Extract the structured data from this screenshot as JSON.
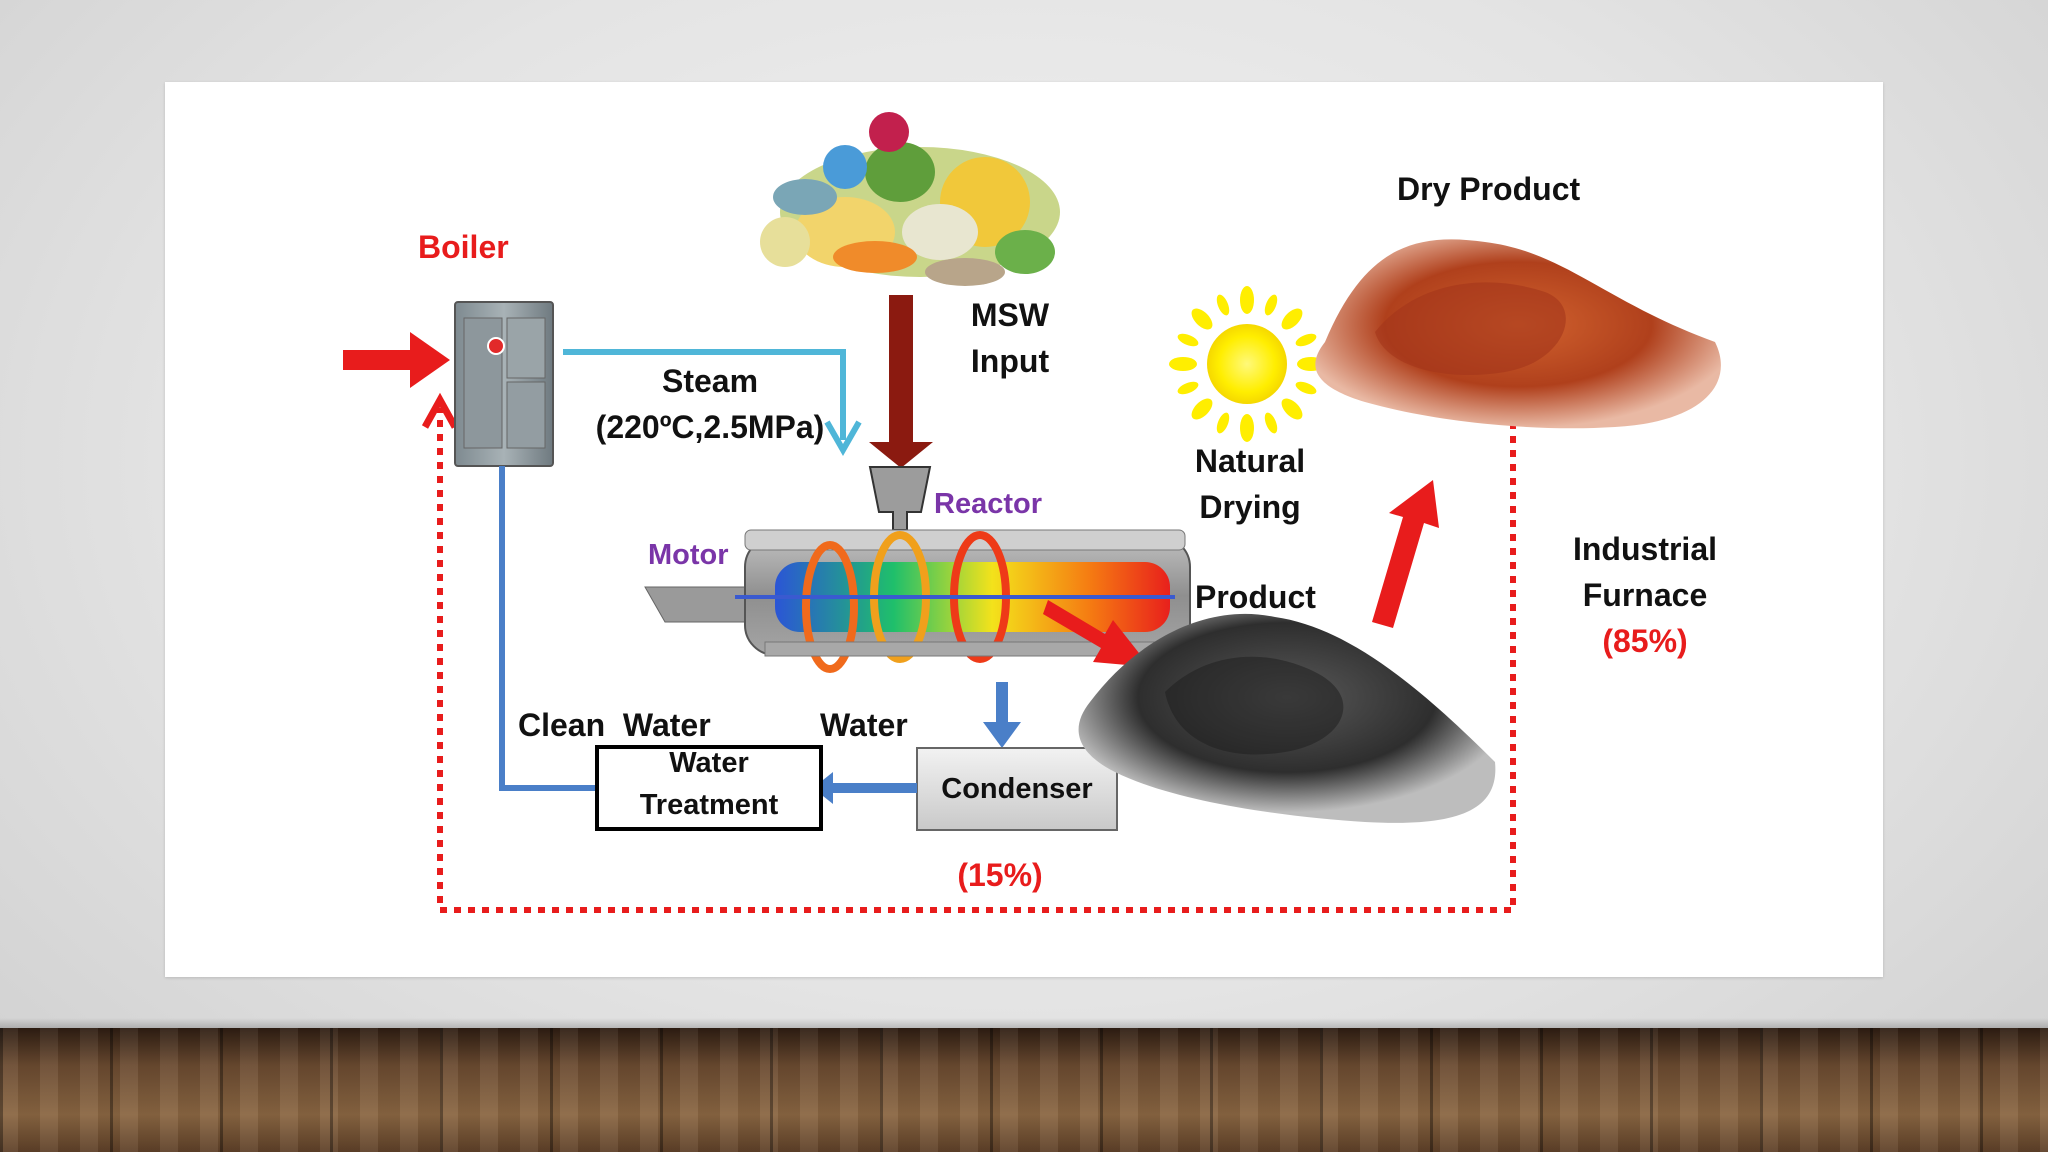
{
  "labels": {
    "boiler": "Boiler",
    "steam_line1": "Steam",
    "steam_line2": "(220ºC,2.5MPa)",
    "msw_line1": "MSW",
    "msw_line2": "Input",
    "reactor": "Reactor",
    "motor": "Motor",
    "natural_line1": "Natural",
    "natural_line2": "Drying",
    "dry_product": "Dry Product",
    "product": "Product",
    "industrial_line1": "Industrial",
    "industrial_line2": "Furnace",
    "industrial_pct": "(85%)",
    "clean_water": "Clean  Water",
    "water": "Water",
    "water_treatment_line1": "Water",
    "water_treatment_line2": "Treatment",
    "condenser": "Condenser",
    "return_pct": "(15%)"
  },
  "colors": {
    "arrow_red": "#e81c1c",
    "dark_red_arrow": "#8b1a10",
    "steam_line": "#4fb6d8",
    "water_line": "#4a7fc8",
    "sun_yellow": "#ffee00",
    "dry_product": "#b5441f",
    "product": "#3a3a3a",
    "reactor_purple": "#7a35a8"
  }
}
